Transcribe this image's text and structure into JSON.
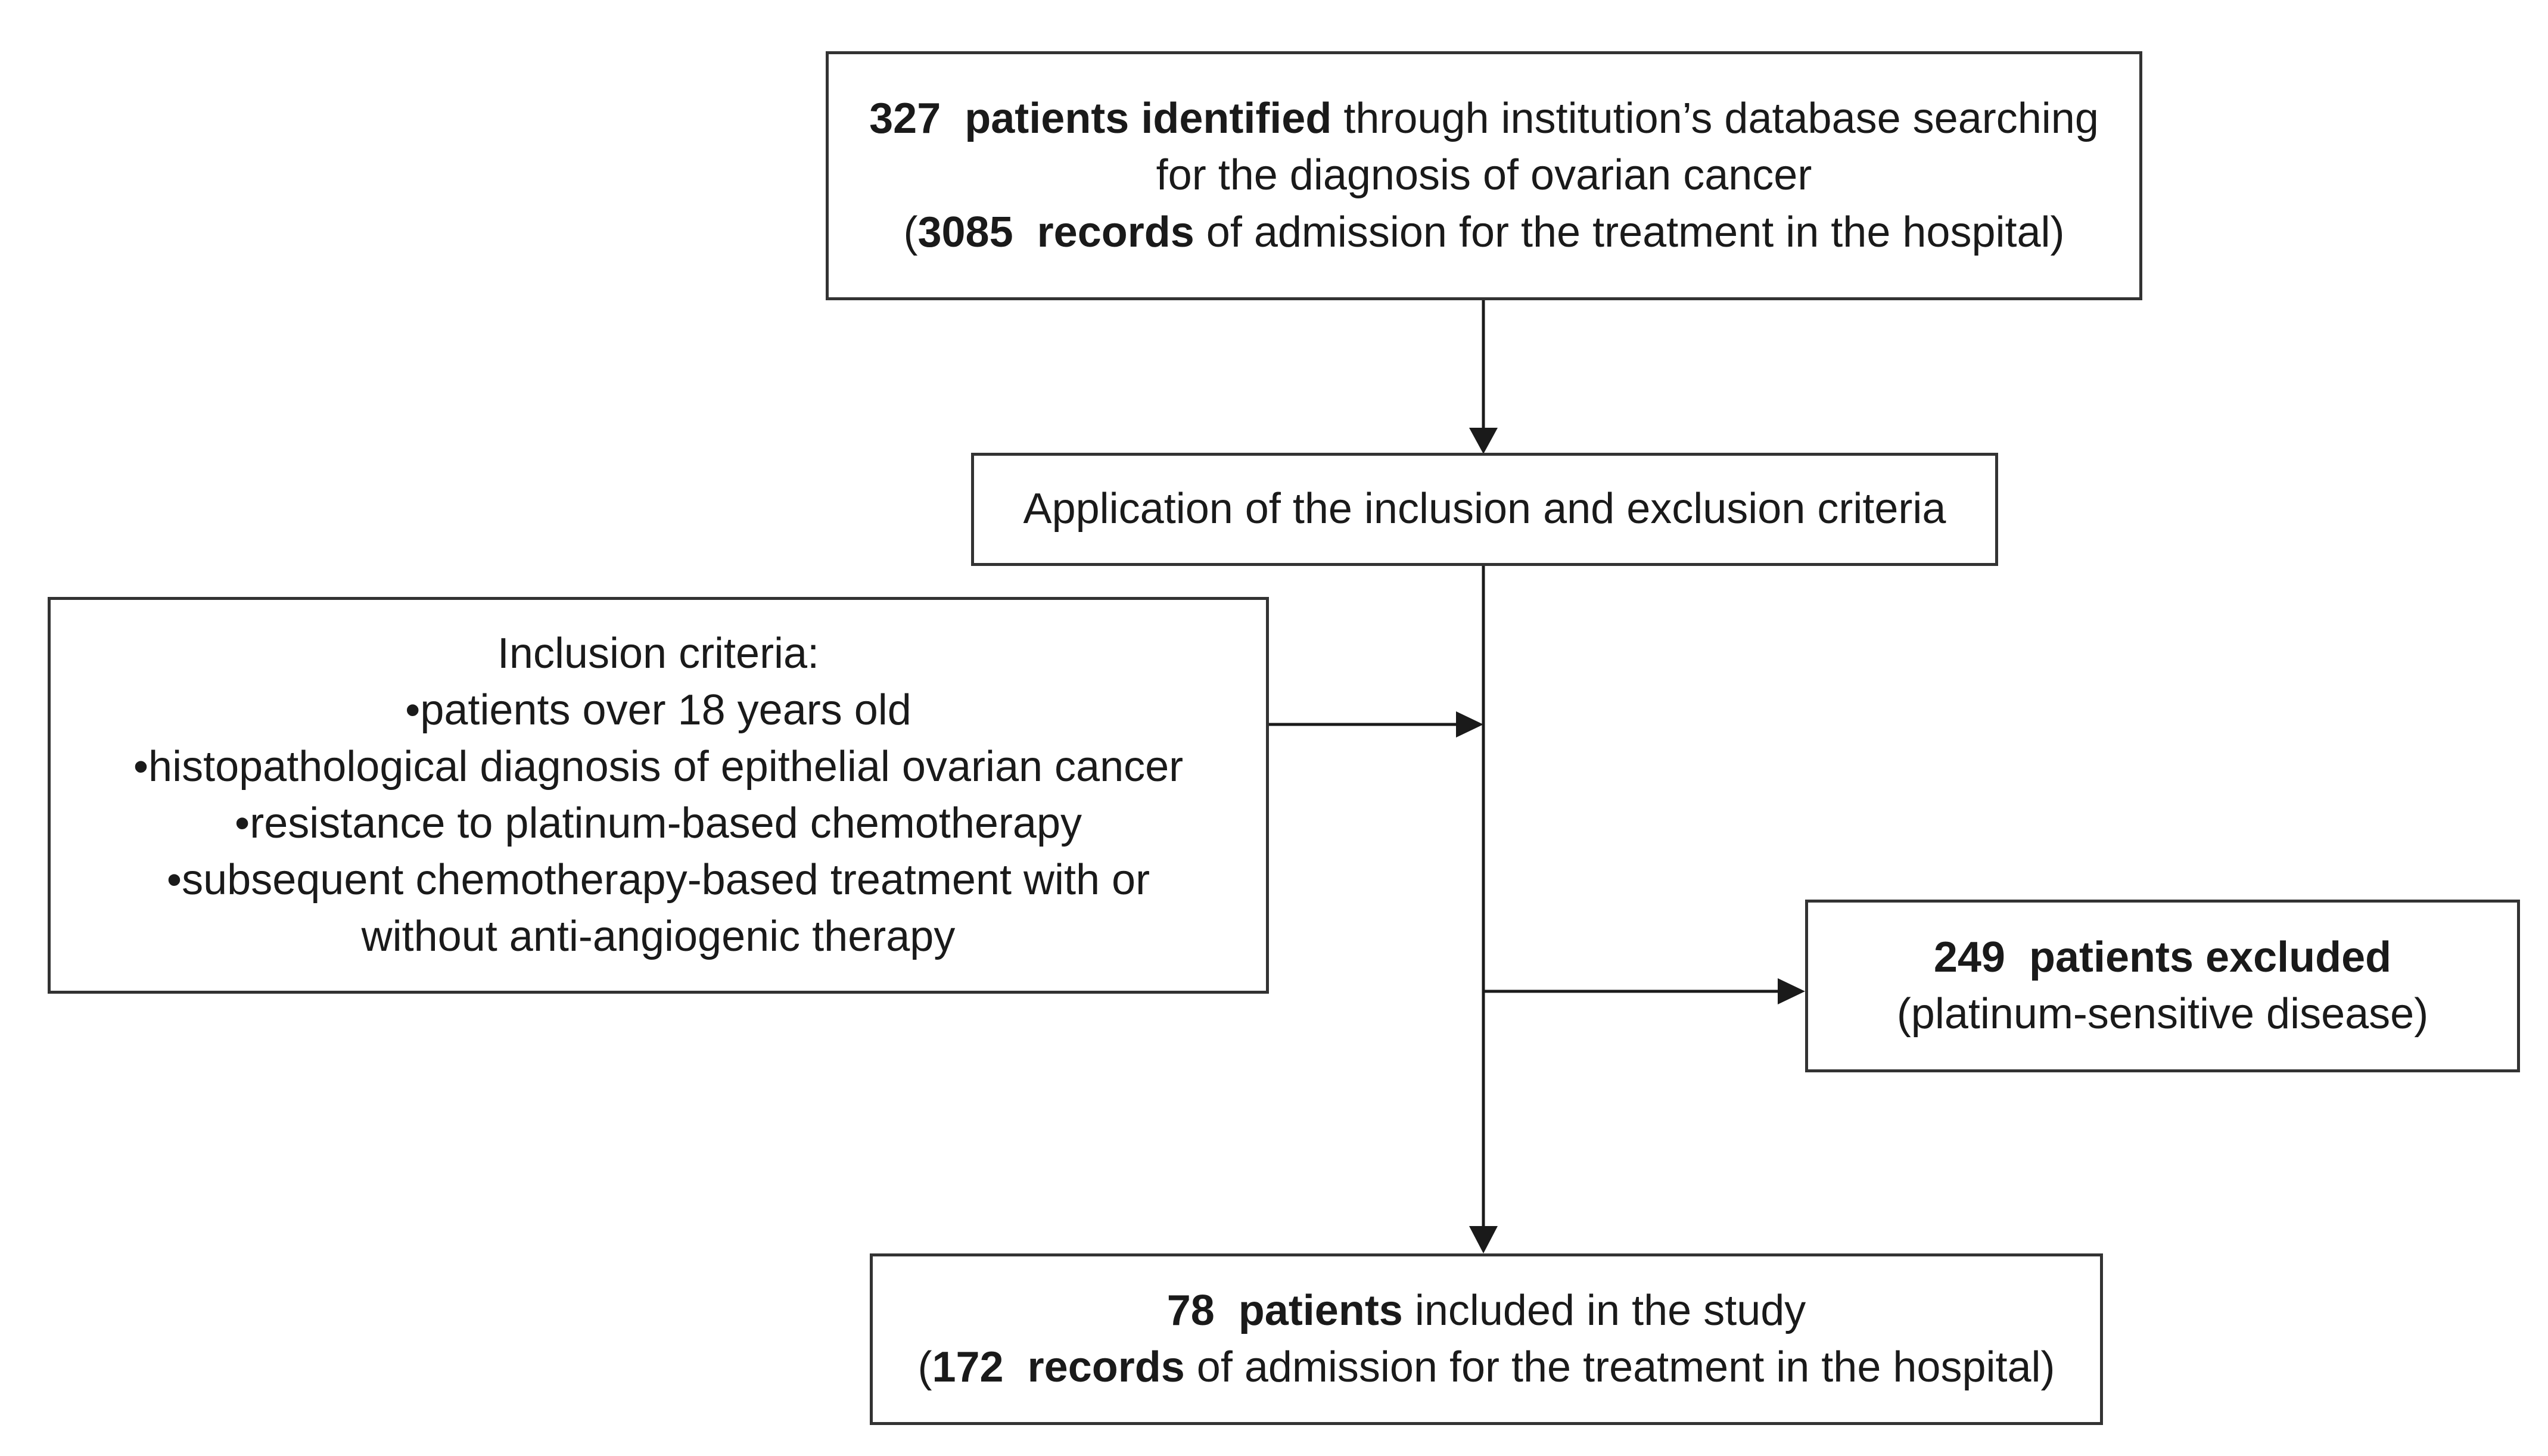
{
  "top_box": {
    "count": "327",
    "count_label": "patients identified",
    "line1_rest": " through institution’s database searching",
    "line2": "for the diagnosis of ovarian cancer",
    "line3_open": "(",
    "records_count": "3085",
    "records_label": "records",
    "line3_rest": " of admission for the treatment in the hospital)"
  },
  "criteria_box": {
    "label": "Application of the inclusion and exclusion criteria"
  },
  "inclusion_box": {
    "title": "Inclusion criteria:",
    "items": [
      "•patients over 18 years old",
      "•histopathological diagnosis of epithelial ovarian cancer",
      "•resistance to platinum-based chemotherapy",
      "•subsequent chemotherapy-based treatment with or",
      "without anti-angiogenic therapy"
    ]
  },
  "excluded_box": {
    "count": "249",
    "count_label": "patients excluded",
    "reason": "(platinum-sensitive disease)"
  },
  "included_box": {
    "count": "78",
    "count_label": "patients",
    "line1_rest": " included in the study",
    "line2_open": "(",
    "records_count": "172",
    "records_label": "records",
    "line2_rest": " of admission for the treatment in the hospital)"
  }
}
